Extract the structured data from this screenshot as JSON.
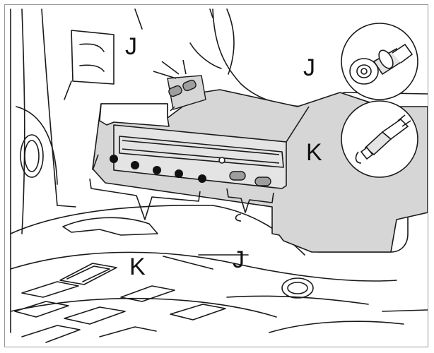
{
  "labels": {
    "j_top_left": "J",
    "j_top_right": "J",
    "k_right": "K",
    "k_bottom": "K",
    "j_bottom": "J"
  },
  "colors": {
    "line": "#1a1a1a",
    "panel_fill": "#d6d6d6",
    "clip_fill": "#9e9e9e",
    "background": "#ffffff"
  },
  "icons": [
    "push-rivet-detail-icon",
    "plug-detail-icon"
  ]
}
